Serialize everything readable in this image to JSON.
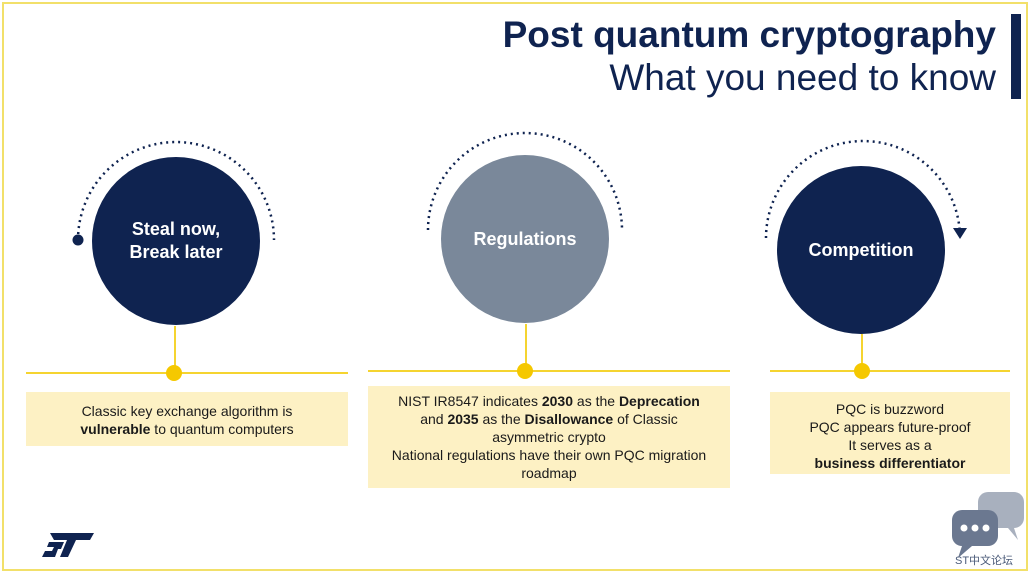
{
  "header": {
    "title_line1": "Post quantum cryptography",
    "title_line2": "What you need to know"
  },
  "columns": [
    {
      "circle_line1": "Steal now,",
      "circle_line2": "Break later",
      "circle_color": "#0f2350",
      "box_line1": "Classic key exchange algorithm is",
      "box_line2_bold": "vulnerable",
      "box_line2_rest": " to quantum computers"
    },
    {
      "circle_label": "Regulations",
      "circle_color": "#7a889a",
      "box_l1_a": "NIST IR8547  indicates ",
      "box_l1_b": "2030",
      "box_l1_c": " as the ",
      "box_l1_d": "Deprecation",
      "box_l2_a": "and ",
      "box_l2_b": "2035",
      "box_l2_c": " as the ",
      "box_l2_d": "Disallowance",
      "box_l2_e": " of Classic",
      "box_l3": "asymmetric crypto",
      "box_l4": "National regulations have their own PQC migration",
      "box_l5": "roadmap"
    },
    {
      "circle_label": "Competition",
      "circle_color": "#0f2350",
      "box_l1": "PQC is buzzword",
      "box_l2": "PQC appears future-proof",
      "box_l3": "It serves as a",
      "box_l4_bold": "business differentiator"
    }
  ],
  "colors": {
    "navy": "#0f2350",
    "grey_circle": "#7a889a",
    "yellow": "#f5c800",
    "box_bg": "#fdf1c4",
    "frame": "#f2e06a"
  },
  "footer": {
    "logo_icon": "st-logo-icon",
    "forum_icon": "chat-bubbles-icon",
    "forum_label": "ST中文论坛"
  }
}
